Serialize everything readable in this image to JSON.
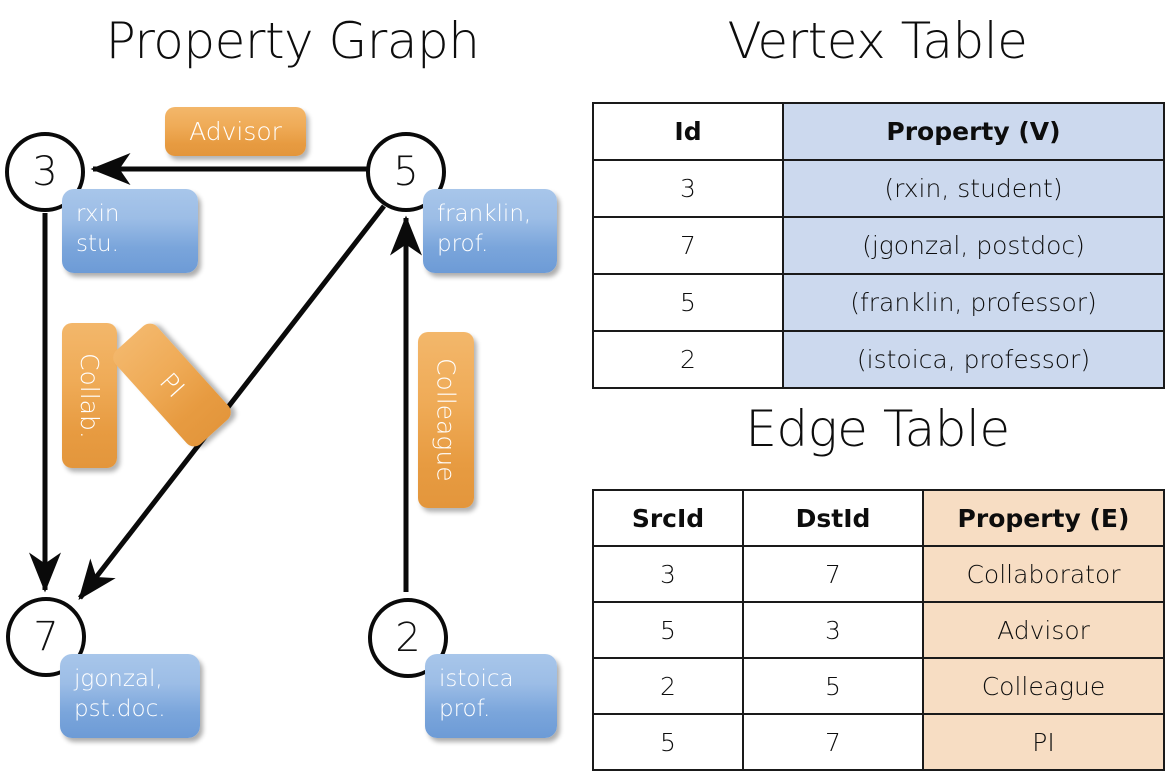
{
  "titles": {
    "graph": "Property Graph",
    "vertex_table": "Vertex Table",
    "edge_table": "Edge Table"
  },
  "colors": {
    "vertex_property_fill": "#ccd9ee",
    "edge_property_fill": "#f7ddc3",
    "node_property_box": "#7aa5db",
    "edge_label_box": "#eba busy"
  },
  "graph": {
    "nodes": [
      {
        "id": "3",
        "property_label": "rxin\nstu.",
        "property_line1": "rxin",
        "property_line2": "stu."
      },
      {
        "id": "5",
        "property_label": "franklin, prof.",
        "property_line1": "franklin,",
        "property_line2": "prof."
      },
      {
        "id": "7",
        "property_label": "jgonzal, pst.doc.",
        "property_line1": "jgonzal,",
        "property_line2": "pst.doc."
      },
      {
        "id": "2",
        "property_label": "istoica prof.",
        "property_line1": "istoica",
        "property_line2": "prof."
      }
    ],
    "edge_labels": [
      {
        "name": "advisor",
        "text": "Advisor",
        "orientation": "horizontal"
      },
      {
        "name": "collaborator",
        "text": "Collab.",
        "orientation": "vertical"
      },
      {
        "name": "pi",
        "text": "PI",
        "orientation": "diagonal"
      },
      {
        "name": "colleague",
        "text": "Colleague",
        "orientation": "vertical"
      }
    ],
    "edges": [
      {
        "src": "5",
        "dst": "3",
        "label": "Advisor"
      },
      {
        "src": "3",
        "dst": "7",
        "label": "Collab."
      },
      {
        "src": "5",
        "dst": "7",
        "label": "PI"
      },
      {
        "src": "2",
        "dst": "5",
        "label": "Colleague"
      }
    ]
  },
  "vertex_table": {
    "headers": [
      "Id",
      "Property (V)"
    ],
    "rows": [
      {
        "id": "3",
        "property": "(rxin, student)"
      },
      {
        "id": "7",
        "property": "(jgonzal, postdoc)"
      },
      {
        "id": "5",
        "property": "(franklin, professor)"
      },
      {
        "id": "2",
        "property": "(istoica, professor)"
      }
    ]
  },
  "edge_table": {
    "headers": [
      "SrcId",
      "DstId",
      "Property (E)"
    ],
    "rows": [
      {
        "src": "3",
        "dst": "7",
        "property": "Collaborator"
      },
      {
        "src": "5",
        "dst": "3",
        "property": "Advisor"
      },
      {
        "src": "2",
        "dst": "5",
        "property": "Colleague"
      },
      {
        "src": "5",
        "dst": "7",
        "property": "PI"
      }
    ]
  }
}
